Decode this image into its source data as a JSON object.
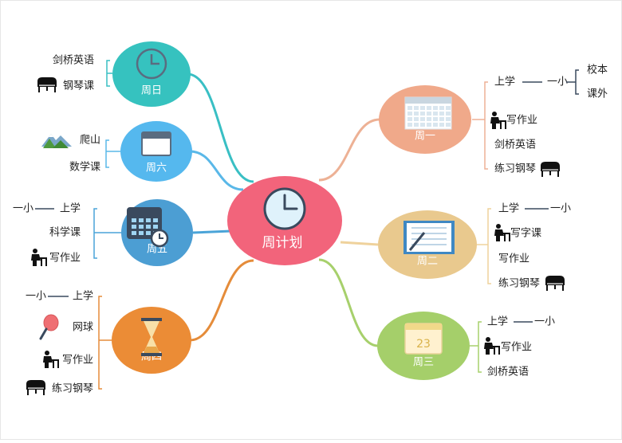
{
  "center": {
    "label": "周计划",
    "icon": "clock-icon"
  },
  "nodes": {
    "sunday": {
      "label": "周日",
      "color": "#36c2bf",
      "icon": "clock-icon",
      "items": [
        {
          "text": "剑桥英语"
        },
        {
          "text": "钢琴课",
          "icon": "piano-icon"
        }
      ]
    },
    "saturday": {
      "label": "周六",
      "color": "#55b8ee",
      "icon": "calendar-icon",
      "items": [
        {
          "text": "爬山",
          "icon": "mountain-icon"
        },
        {
          "text": "数学课"
        }
      ]
    },
    "friday": {
      "label": "周五",
      "color": "#4c9ed3",
      "icon": "calendar-clock-icon",
      "items": [
        {
          "text": "上学",
          "sub": [
            "一小"
          ]
        },
        {
          "text": "科学课"
        },
        {
          "text": "写作业",
          "icon": "writer-icon"
        }
      ]
    },
    "thursday": {
      "label": "周四",
      "color": "#eb8c36",
      "icon": "hourglass-icon",
      "items": [
        {
          "text": "上学",
          "sub": [
            "一小"
          ]
        },
        {
          "text": "网球",
          "icon": "tennis-racket-icon"
        },
        {
          "text": "写作业",
          "icon": "writer-icon"
        },
        {
          "text": "练习钢琴",
          "icon": "piano-icon"
        }
      ]
    },
    "monday": {
      "label": "周一",
      "color": "#f0a98a",
      "icon": "calendar-grid-icon",
      "items": [
        {
          "text": "上学",
          "sub": [
            "一小"
          ],
          "subsub": [
            "校本",
            "课外"
          ]
        },
        {
          "text": "写作业",
          "icon": "writer-icon"
        },
        {
          "text": "剑桥英语"
        },
        {
          "text": "练习钢琴",
          "icon": "piano-icon"
        }
      ]
    },
    "tuesday": {
      "label": "周二",
      "color": "#e9c98e",
      "icon": "notebook-icon",
      "items": [
        {
          "text": "上学",
          "sub": [
            "一小"
          ]
        },
        {
          "text": "写字课",
          "icon": "writer-icon"
        },
        {
          "text": "写作业"
        },
        {
          "text": "练习钢琴",
          "icon": "piano-icon"
        }
      ]
    },
    "wednesday": {
      "label": "周三",
      "color": "#a5cf6a",
      "icon": "calendar-icon",
      "day_number": "23",
      "items": [
        {
          "text": "上学",
          "sub": [
            "一小"
          ]
        },
        {
          "text": "写作业",
          "icon": "writer-icon"
        },
        {
          "text": "剑桥英语"
        }
      ]
    }
  }
}
